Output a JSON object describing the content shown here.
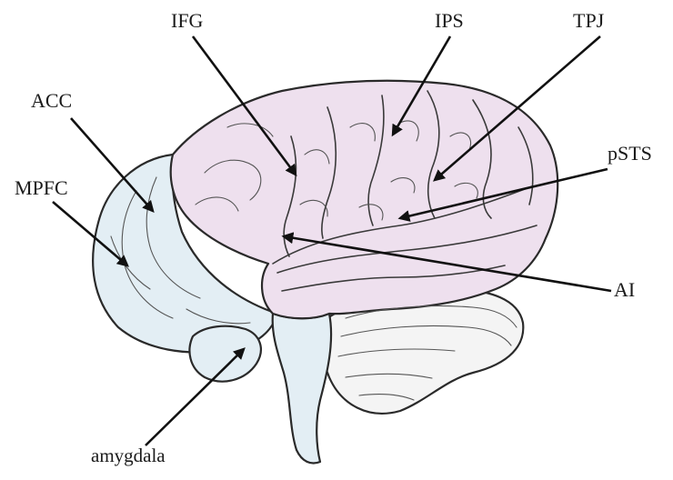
{
  "diagram": {
    "labels": {
      "ifg": "IFG",
      "ips": "IPS",
      "tpj": "TPJ",
      "acc": "ACC",
      "mpfc": "MPFC",
      "psts": "pSTS",
      "ai": "AI",
      "amygdala": "amygdala"
    },
    "colors": {
      "cortex_lateral": "#eee0ee",
      "medial_regions": "#e3eef4",
      "cerebellum": "#f4f4f4",
      "brainstem": "#e3eef4",
      "ink": "#111111"
    }
  }
}
